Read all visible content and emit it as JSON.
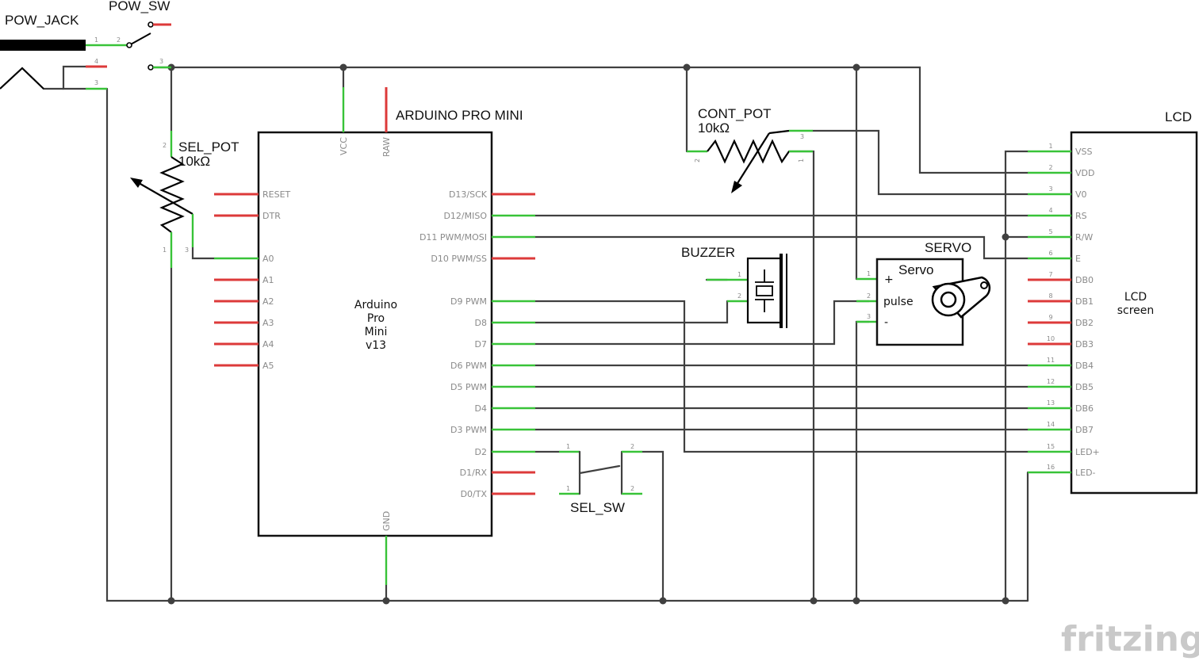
{
  "labels": {
    "pow_jack": "POW_JACK",
    "pow_sw": "POW_SW",
    "sel_pot": "SEL_POT",
    "sel_pot_val": "10kΩ",
    "cont_pot": "CONT_POT",
    "cont_pot_val": "10kΩ",
    "arduino": "ARDUINO PRO MINI",
    "buzzer": "BUZZER",
    "servo": "SERVO",
    "servo_body": "Servo",
    "servo_pulse": "pulse",
    "servo_plus": "+",
    "servo_minus": "-",
    "lcd": "LCD",
    "lcd_body_1": "LCD",
    "lcd_body_2": "screen",
    "sel_sw": "SEL_SW",
    "arduino_body": [
      "Arduino",
      "Pro",
      "Mini",
      "v13"
    ],
    "brand": "fritzing"
  },
  "arduino_pins": {
    "vcc": "VCC",
    "raw": "RAW",
    "gnd": "GND",
    "left": [
      "RESET",
      "DTR",
      "A0",
      "A1",
      "A2",
      "A3",
      "A4",
      "A5"
    ],
    "right": [
      "D13/SCK",
      "D12/MISO",
      "D11 PWM/MOSI",
      "D10 PWM/SS",
      "D9 PWM",
      "D8",
      "D7",
      "D6 PWM",
      "D5 PWM",
      "D4",
      "D3 PWM",
      "D2",
      "D1/RX",
      "D0/TX"
    ]
  },
  "lcd_pins": [
    "VSS",
    "VDD",
    "V0",
    "RS",
    "R/W",
    "E",
    "DB0",
    "DB1",
    "DB2",
    "DB3",
    "DB4",
    "DB5",
    "DB6",
    "DB7",
    "LED+",
    "LED-"
  ],
  "pin_numbers": {
    "lcd": [
      "1",
      "2",
      "3",
      "4",
      "5",
      "6",
      "7",
      "8",
      "9",
      "10",
      "11",
      "12",
      "13",
      "14",
      "15",
      "16"
    ],
    "pow_jack": [
      "1",
      "4",
      "3"
    ],
    "pow_sw": [
      "2",
      "3"
    ],
    "sel_pot": [
      "2",
      "1",
      "3"
    ],
    "cont_pot": [
      "3",
      "2",
      "1"
    ],
    "buzzer": [
      "1",
      "2"
    ],
    "servo": [
      "1",
      "2",
      "3"
    ],
    "sel_sw": [
      "1",
      "1",
      "2",
      "2"
    ]
  }
}
